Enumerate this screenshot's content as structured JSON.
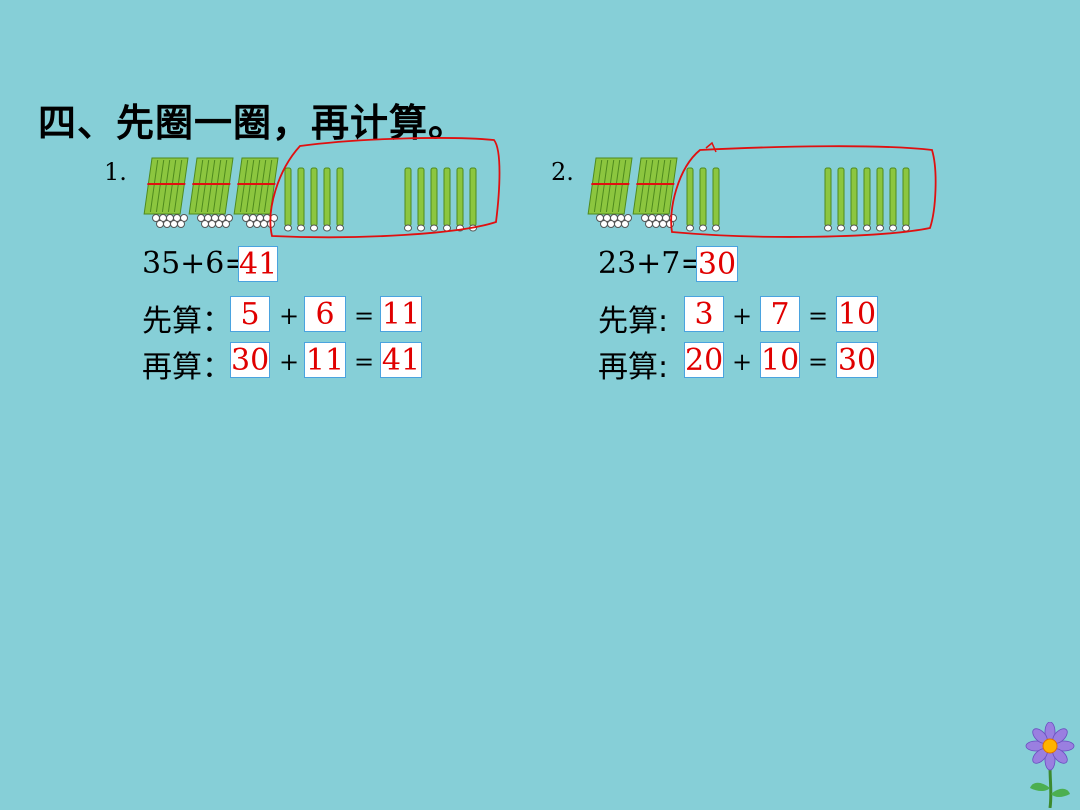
{
  "title": "四、先圈一圈，再计算。",
  "problems": [
    {
      "num": "1.",
      "equation": "35+6=",
      "answer": "41",
      "first_label": "先算：",
      "first": {
        "a": "5",
        "b": "6",
        "c": "11"
      },
      "then_label": "再算：",
      "then": {
        "a": "30",
        "b": "11",
        "c": "41"
      },
      "plus": "+",
      "equals": "="
    },
    {
      "num": "2.",
      "equation": "23+7=",
      "answer": "30",
      "first_label": "先算:",
      "first": {
        "a": "3",
        "b": "7",
        "c": "10"
      },
      "then_label": "再算:",
      "then": {
        "a": "20",
        "b": "10",
        "c": "30"
      },
      "plus": "+",
      "equals": "="
    }
  ],
  "counts": {
    "p1_bundles": 3,
    "p1_loose": 11,
    "p2_bundles": 2,
    "p2_loose": 10
  },
  "colors": {
    "background": "#86CFD7",
    "stick": "#8CC63F",
    "circle": "#E01010",
    "answer": "#E00000",
    "box_border": "#4AA3DF"
  },
  "icons": [
    "bundle-of-sticks-icon",
    "single-stick-icon",
    "flower-icon"
  ]
}
